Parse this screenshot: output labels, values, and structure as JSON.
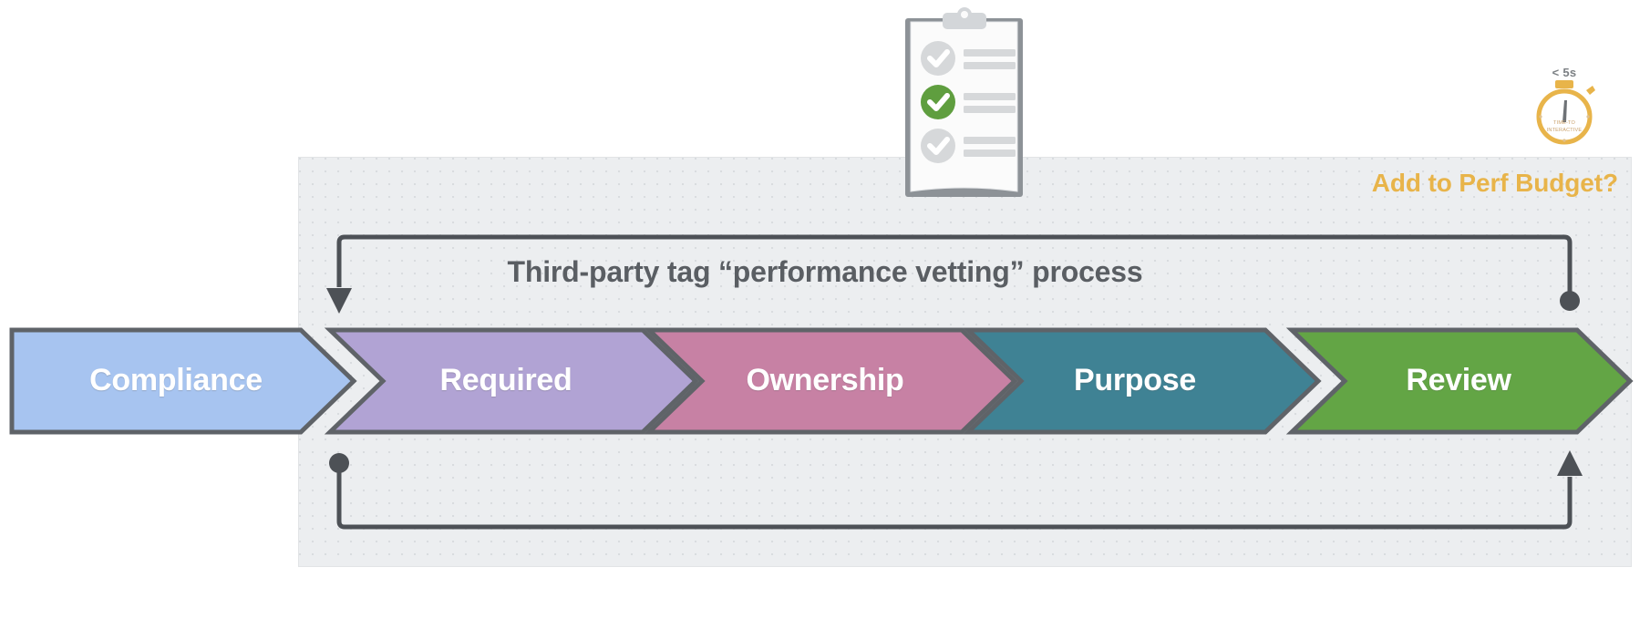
{
  "diagram": {
    "title": "Third-party tag “performance vetting” process",
    "perf_budget_label": "Add to Perf Budget?",
    "panel_bg": "#eceef0",
    "stroke_color": "#5a5e63",
    "accent_orange": "#e8b44a"
  },
  "stages": [
    {
      "label": "Compliance",
      "fill": "#a7c4f0",
      "stroke": "#5f6368",
      "text_color": "#ffffff"
    },
    {
      "label": "Required",
      "fill": "#b1a3d4",
      "stroke": "#5f6368",
      "text_color": "#ffffff"
    },
    {
      "label": "Ownership",
      "fill": "#c781a4",
      "stroke": "#5f6368",
      "text_color": "#ffffff"
    },
    {
      "label": "Purpose",
      "fill": "#3f8294",
      "stroke": "#5f6368",
      "text_color": "#ffffff"
    },
    {
      "label": "Review",
      "fill": "#63a545",
      "stroke": "#5f6368",
      "text_color": "#ffffff"
    }
  ],
  "connectors": [
    {
      "name": "top-feedback-loop",
      "from": "right-dot",
      "to": "down-arrow-left",
      "direction": "right-to-left"
    },
    {
      "name": "bottom-feedback-loop",
      "from": "left-dot",
      "to": "up-arrow-right",
      "direction": "left-to-right"
    }
  ],
  "icons": {
    "clipboard": {
      "name": "clipboard-checklist-icon",
      "rows": [
        {
          "state": "unchecked",
          "check_color": "#ffffff",
          "circle_color": "#d6d8da"
        },
        {
          "state": "checked",
          "check_color": "#ffffff",
          "circle_color": "#5f9e3f"
        },
        {
          "state": "unchecked",
          "check_color": "#ffffff",
          "circle_color": "#d6d8da"
        }
      ]
    },
    "stopwatch": {
      "name": "stopwatch-icon",
      "caption": "< 5s",
      "face_line_1": "TIME-TO",
      "face_line_2": "INTERACTIVE",
      "color": "#e8b44a"
    }
  }
}
